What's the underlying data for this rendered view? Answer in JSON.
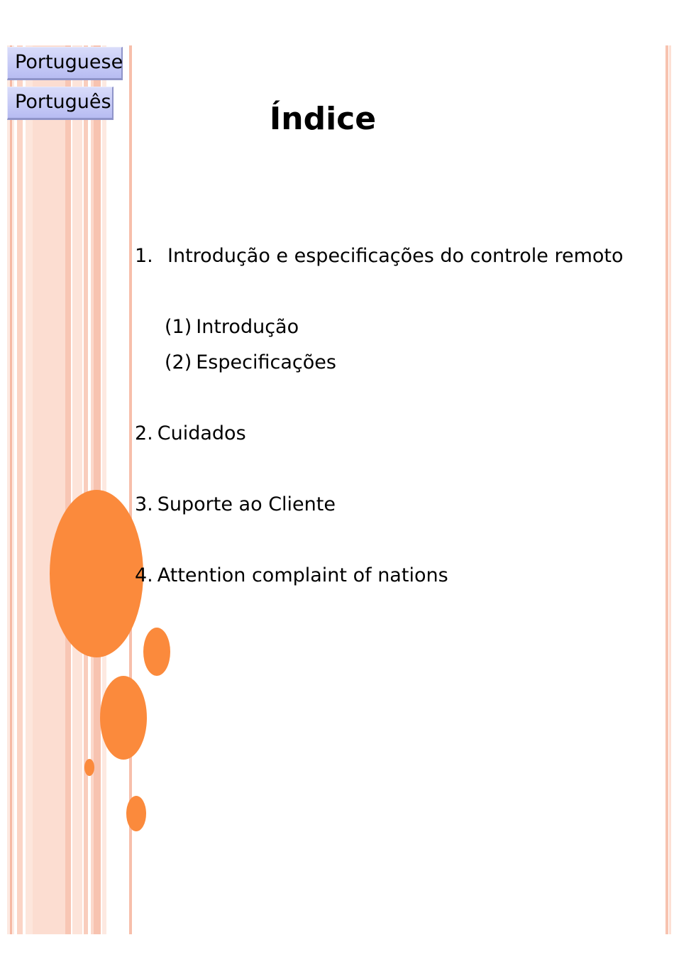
{
  "language_tabs": [
    {
      "label": "Portuguese"
    },
    {
      "label": "Português"
    }
  ],
  "title": "Índice",
  "toc": {
    "item1": {
      "number": "1.",
      "text": "Introdução e especificações do controle remoto"
    },
    "item1_sub1": {
      "number": "(1)",
      "text": "Introdução"
    },
    "item1_sub2": {
      "number": "(2)",
      "text": "Especificações"
    },
    "item2": {
      "number": "2.",
      "text": "Cuidados"
    },
    "item3": {
      "number": "3.",
      "text": "Suporte ao Cliente"
    },
    "item4": {
      "number": "4.",
      "text": "Attention complaint of nations"
    }
  },
  "colors": {
    "accent_orange": "#fb8a3c",
    "stripe_pink": "#f7c3b0",
    "stripe_light": "#fde6dc",
    "tab_blue": "#b7bcf2"
  }
}
